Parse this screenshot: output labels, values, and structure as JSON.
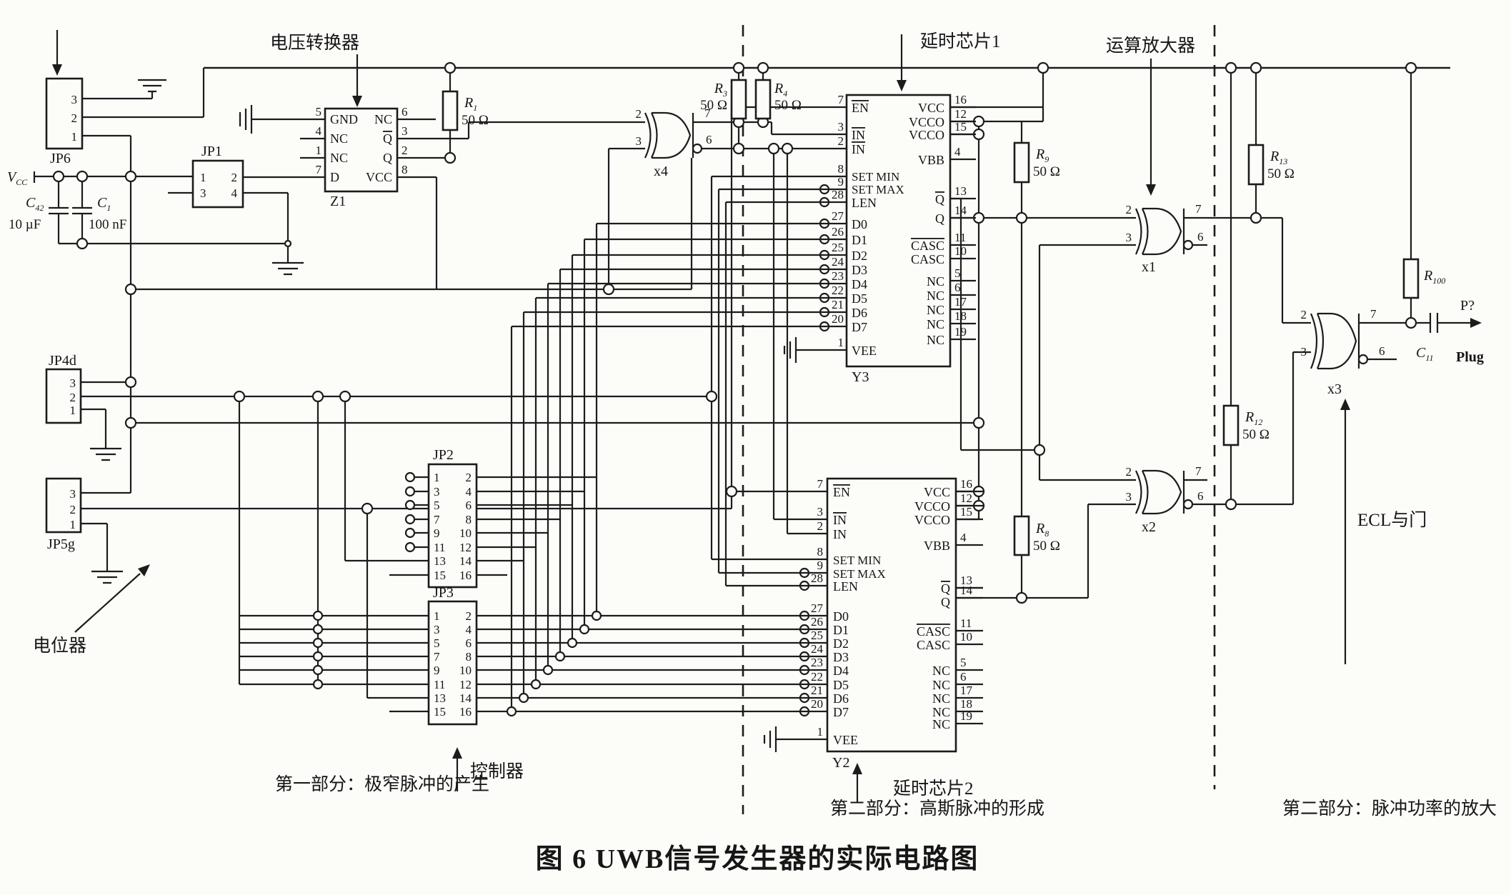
{
  "caption": "图 6  UWB信号发生器的实际电路图",
  "labels": {
    "voltage_converter": "电压转换器",
    "delay_chip1": "延时芯片1",
    "op_amp": "运算放大器",
    "ecl_and": "ECL与门",
    "potentiometer": "电位器",
    "controller": "控制器",
    "delay_chip2": "延时芯片2",
    "part1": "第一部分：极窄脉冲的产生",
    "part2": "第二部分：高斯脉冲的形成",
    "part3": "第二部分：脉冲功率的放大",
    "vcc": "V",
    "vcc_sub": "CC",
    "pout": "P?",
    "plug": "Plug"
  },
  "connectors": {
    "jp6": {
      "name": "JP6",
      "pins": [
        "3",
        "2",
        "1"
      ]
    },
    "jp1": {
      "name": "JP1",
      "left": [
        "1",
        "3"
      ],
      "right": [
        "2",
        "4"
      ]
    },
    "jp4d": {
      "name": "JP4d",
      "pins": [
        "3",
        "2",
        "1"
      ]
    },
    "jp5g": {
      "name": "JP5g",
      "pins": [
        "3",
        "2",
        "1"
      ]
    },
    "jp2": {
      "name": "JP2",
      "left": [
        "1",
        "3",
        "5",
        "7",
        "9",
        "11",
        "13",
        "15"
      ],
      "right": [
        "2",
        "4",
        "6",
        "8",
        "10",
        "12",
        "14",
        "16"
      ]
    },
    "jp3": {
      "name": "JP3",
      "left": [
        "1",
        "3",
        "5",
        "7",
        "9",
        "11",
        "13",
        "15"
      ],
      "right": [
        "2",
        "4",
        "6",
        "8",
        "10",
        "12",
        "14",
        "16"
      ]
    }
  },
  "z1": {
    "name": "Z1",
    "left": [
      {
        "n": "5",
        "t": "GND"
      },
      {
        "n": "4",
        "t": "NC"
      },
      {
        "n": "1",
        "t": "NC"
      },
      {
        "n": "7",
        "t": "D"
      }
    ],
    "right": [
      {
        "n": "6",
        "t": "NC"
      },
      {
        "n": "3",
        "t": "Q",
        "bar": true
      },
      {
        "n": "2",
        "t": "Q"
      },
      {
        "n": "8",
        "t": "VCC"
      }
    ]
  },
  "y3": {
    "name": "Y3",
    "left": [
      {
        "n": "7",
        "t": "EN",
        "bar": true
      },
      {
        "n": "3",
        "t": "IN",
        "bar": true
      },
      {
        "n": "2",
        "t": "IN",
        "bar": true
      },
      {
        "n": "8",
        "t": "SET MIN"
      },
      {
        "n": "9",
        "t": "SET MAX"
      },
      {
        "n": "28",
        "t": "LEN"
      },
      {
        "n": "27",
        "t": "D0"
      },
      {
        "n": "26",
        "t": "D1"
      },
      {
        "n": "25",
        "t": "D2"
      },
      {
        "n": "24",
        "t": "D3"
      },
      {
        "n": "23",
        "t": "D4"
      },
      {
        "n": "22",
        "t": "D5"
      },
      {
        "n": "21",
        "t": "D6"
      },
      {
        "n": "20",
        "t": "D7"
      },
      {
        "n": "1",
        "t": "VEE"
      }
    ],
    "right": [
      {
        "n": "16",
        "t": "VCC"
      },
      {
        "n": "12",
        "t": "VCCO"
      },
      {
        "n": "15",
        "t": "VCCO"
      },
      {
        "n": "4",
        "t": "VBB"
      },
      {
        "n": "13",
        "t": "Q",
        "bar": true
      },
      {
        "n": "14",
        "t": "Q"
      },
      {
        "n": "11",
        "t": "CASC",
        "bar": true
      },
      {
        "n": "10",
        "t": "CASC"
      },
      {
        "n": "5",
        "t": "NC"
      },
      {
        "n": "6",
        "t": "NC"
      },
      {
        "n": "17",
        "t": "NC"
      },
      {
        "n": "18",
        "t": "NC"
      },
      {
        "n": "19",
        "t": "NC"
      }
    ]
  },
  "y2": {
    "name": "Y2",
    "left": [
      {
        "n": "7",
        "t": "EN",
        "bar": true
      },
      {
        "n": "3",
        "t": "IN",
        "bar": true
      },
      {
        "n": "2",
        "t": "IN"
      },
      {
        "n": "8",
        "t": "SET MIN"
      },
      {
        "n": "9",
        "t": "SET MAX"
      },
      {
        "n": "28",
        "t": "LEN"
      },
      {
        "n": "27",
        "t": "D0"
      },
      {
        "n": "26",
        "t": "D1"
      },
      {
        "n": "25",
        "t": "D2"
      },
      {
        "n": "24",
        "t": "D3"
      },
      {
        "n": "23",
        "t": "D4"
      },
      {
        "n": "22",
        "t": "D5"
      },
      {
        "n": "21",
        "t": "D6"
      },
      {
        "n": "20",
        "t": "D7"
      },
      {
        "n": "1",
        "t": "VEE"
      }
    ],
    "right": [
      {
        "n": "16",
        "t": "VCC"
      },
      {
        "n": "12",
        "t": "VCCO"
      },
      {
        "n": "15",
        "t": "VCCO"
      },
      {
        "n": "4",
        "t": "VBB"
      },
      {
        "n": "13",
        "t": "Q",
        "bar": true
      },
      {
        "n": "14",
        "t": "Q"
      },
      {
        "n": "11",
        "t": "CASC",
        "bar": true
      },
      {
        "n": "10",
        "t": "CASC"
      },
      {
        "n": "5",
        "t": "NC"
      },
      {
        "n": "6",
        "t": "NC"
      },
      {
        "n": "17",
        "t": "NC"
      },
      {
        "n": "18",
        "t": "NC"
      },
      {
        "n": "19",
        "t": "NC"
      }
    ]
  },
  "gates": {
    "x1": "x1",
    "x2": "x2",
    "x3": "x3",
    "x4": "x4",
    "in_top": "2",
    "in_bot": "3",
    "out_top": "7",
    "out_bot": "6"
  },
  "resistors": {
    "r1": {
      "r": "R",
      "sub": "1",
      "v": "50 Ω"
    },
    "r3": {
      "r": "R",
      "sub": "3",
      "v": "50 Ω"
    },
    "r4": {
      "r": "R",
      "sub": "4",
      "v": "50 Ω"
    },
    "r8": {
      "r": "R",
      "sub": "8",
      "v": "50 Ω"
    },
    "r9": {
      "r": "R",
      "sub": "9",
      "v": "50 Ω"
    },
    "r12": {
      "r": "R",
      "sub": "12",
      "v": "50 Ω"
    },
    "r13": {
      "r": "R",
      "sub": "13",
      "v": "50 Ω"
    },
    "r100": {
      "r": "R",
      "sub": "100",
      "v": ""
    }
  },
  "caps": {
    "c42": {
      "c": "C",
      "sub": "42",
      "v": "10 µF"
    },
    "c1": {
      "c": "C",
      "sub": "1",
      "v": "100 nF"
    },
    "c11": {
      "c": "C",
      "sub": "11",
      "v": ""
    }
  }
}
